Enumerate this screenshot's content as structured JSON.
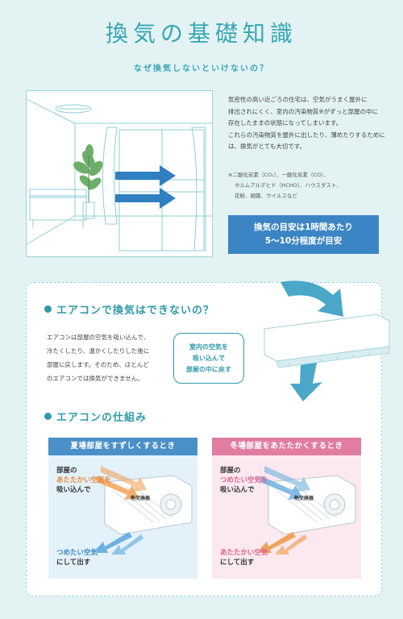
{
  "header": {
    "title": "換気の基礎知識",
    "subtitle": "なぜ換気しないといけないの？"
  },
  "intro": {
    "paragraphs": [
      "気密性の高い近ごろの住宅は、空気がうまく屋外に",
      "排出されにくく、室内の汚染物質※がずっと部屋の中に",
      "存在したままの状態になってしまいます。",
      "これらの汚染物質を屋外に出したり、薄めたりするために",
      "は、換気がとても大切です。"
    ],
    "note": [
      "※二酸化炭素（CO₂）、一酸化炭素（CO）、",
      "ホルムアルデヒド（HCHO）、ハウスダスト、",
      "花粉、細菌、ウイルスなど"
    ],
    "guideline": [
      "換気の目安は1時間あたり",
      "5〜10分程度が目安"
    ]
  },
  "ac_section": {
    "heading": "エアコンで換気はできないの？",
    "explanation": [
      "エアコンは部屋の空気を吸い込んで、",
      "冷たくしたり、温かくしたりした後に",
      "部屋に戻します。そのため、ほとんど",
      "のエアコンでは換気ができません。"
    ],
    "bubble": [
      "室内の空気を",
      "吸い込んで",
      "部屋の中に戻す"
    ]
  },
  "mechanism": {
    "heading": "エアコンの仕組み",
    "summer": {
      "title": "夏場部屋をすずしくするとき",
      "line1": "部屋の",
      "line2": "あたたかい空気を",
      "line3": "吸い込んで",
      "out1": "つめたい空気",
      "out2": "にして出す",
      "label": "熱交換器"
    },
    "winter": {
      "title": "冬場部屋をあたたかくするとき",
      "line1": "部屋の",
      "line2": "つめたい空気を",
      "line3": "吸い込んで",
      "out1": "あたたかい空気",
      "out2": "にして出す",
      "label": "熱交換器"
    }
  },
  "colors": {
    "teal": "#3aa6b4",
    "blue": "#3c85c4",
    "summer_head": "#4a90c8",
    "winter_head": "#e07da0",
    "warm": "#f0a35a",
    "cool": "#6fb0de"
  }
}
